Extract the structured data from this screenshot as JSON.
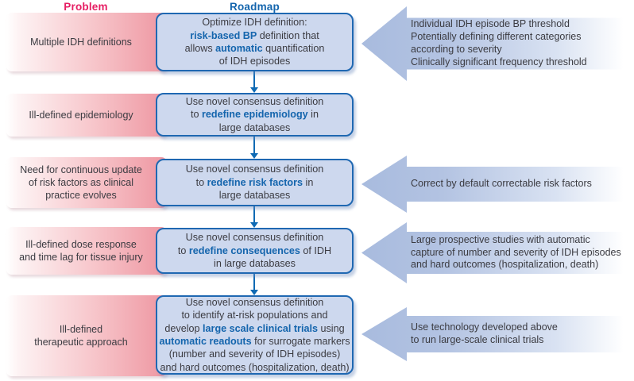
{
  "headers": {
    "problem": "Problem",
    "roadmap": "Roadmap"
  },
  "colors": {
    "problem_header": "#e61e63",
    "roadmap_header": "#1465ad",
    "pink_bar_end": "#ee96a1",
    "box_fill": "#cdd8ee",
    "box_border": "#1f68b2",
    "box_highlight_text": "#1465ad",
    "side_arrow_fill": "#a8bbde",
    "connector_arrow": "#0f6ab4",
    "body_text": "#3b3b41"
  },
  "rows": [
    {
      "problem": {
        "lines": [
          "Multiple IDH definitions"
        ]
      },
      "box": {
        "lines": [
          {
            "segs": [
              {
                "t": "Optimize IDH definition:"
              }
            ]
          },
          {
            "segs": [
              {
                "t": "risk-based BP",
                "b": true
              },
              {
                "t": " definition that"
              }
            ]
          },
          {
            "segs": [
              {
                "t": "allows "
              },
              {
                "t": "automatic",
                "b": true
              },
              {
                "t": " quantification"
              }
            ]
          },
          {
            "segs": [
              {
                "t": "of IDH episodes"
              }
            ]
          }
        ]
      },
      "arrow": {
        "lines": [
          "Individual IDH episode BP threshold",
          "Potentially defining different categories",
          "according to severity",
          "Clinically significant frequency threshold"
        ]
      }
    },
    {
      "problem": {
        "lines": [
          "Ill-defined epidemiology"
        ]
      },
      "box": {
        "lines": [
          {
            "segs": [
              {
                "t": "Use novel consensus definition"
              }
            ]
          },
          {
            "segs": [
              {
                "t": "to "
              },
              {
                "t": "redefine epidemiology",
                "b": true
              },
              {
                "t": " in"
              }
            ]
          },
          {
            "segs": [
              {
                "t": "large databases"
              }
            ]
          }
        ]
      },
      "arrow": null
    },
    {
      "problem": {
        "lines": [
          "Need for continuous update",
          "of risk factors as clinical",
          "practice evolves"
        ]
      },
      "box": {
        "lines": [
          {
            "segs": [
              {
                "t": "Use novel consensus definition"
              }
            ]
          },
          {
            "segs": [
              {
                "t": "to "
              },
              {
                "t": "redefine risk factors",
                "b": true
              },
              {
                "t": " in"
              }
            ]
          },
          {
            "segs": [
              {
                "t": "large databases"
              }
            ]
          }
        ]
      },
      "arrow": {
        "lines": [
          "Correct by default correctable risk factors"
        ]
      }
    },
    {
      "problem": {
        "lines": [
          "Ill-defined dose response",
          "and time lag for tissue injury"
        ]
      },
      "box": {
        "lines": [
          {
            "segs": [
              {
                "t": "Use novel consensus definition"
              }
            ]
          },
          {
            "segs": [
              {
                "t": "to "
              },
              {
                "t": "redefine consequences",
                "b": true
              },
              {
                "t": " of IDH"
              }
            ]
          },
          {
            "segs": [
              {
                "t": "in large databases"
              }
            ]
          }
        ]
      },
      "arrow": {
        "lines": [
          "Large prospective studies with automatic",
          "capture of number and severity of IDH episodes",
          "and hard outcomes (hospitalization, death)"
        ]
      }
    },
    {
      "problem": {
        "lines": [
          "Ill-defined",
          "therapeutic approach"
        ]
      },
      "box": {
        "lines": [
          {
            "segs": [
              {
                "t": "Use novel consensus definition"
              }
            ]
          },
          {
            "segs": [
              {
                "t": "to identify at-risk populations and"
              }
            ]
          },
          {
            "segs": [
              {
                "t": "develop "
              },
              {
                "t": "large scale clinical trials",
                "b": true
              },
              {
                "t": " using"
              }
            ]
          },
          {
            "segs": [
              {
                "t": "automatic readouts",
                "b": true
              },
              {
                "t": " for surrogate markers"
              }
            ]
          },
          {
            "segs": [
              {
                "t": "(number and severity of IDH episodes)"
              }
            ]
          },
          {
            "segs": [
              {
                "t": "and hard outcomes (hospitalization, death)"
              }
            ]
          }
        ]
      },
      "arrow": {
        "lines": [
          "Use technology developed above",
          "to run large-scale clinical trials"
        ]
      }
    }
  ]
}
